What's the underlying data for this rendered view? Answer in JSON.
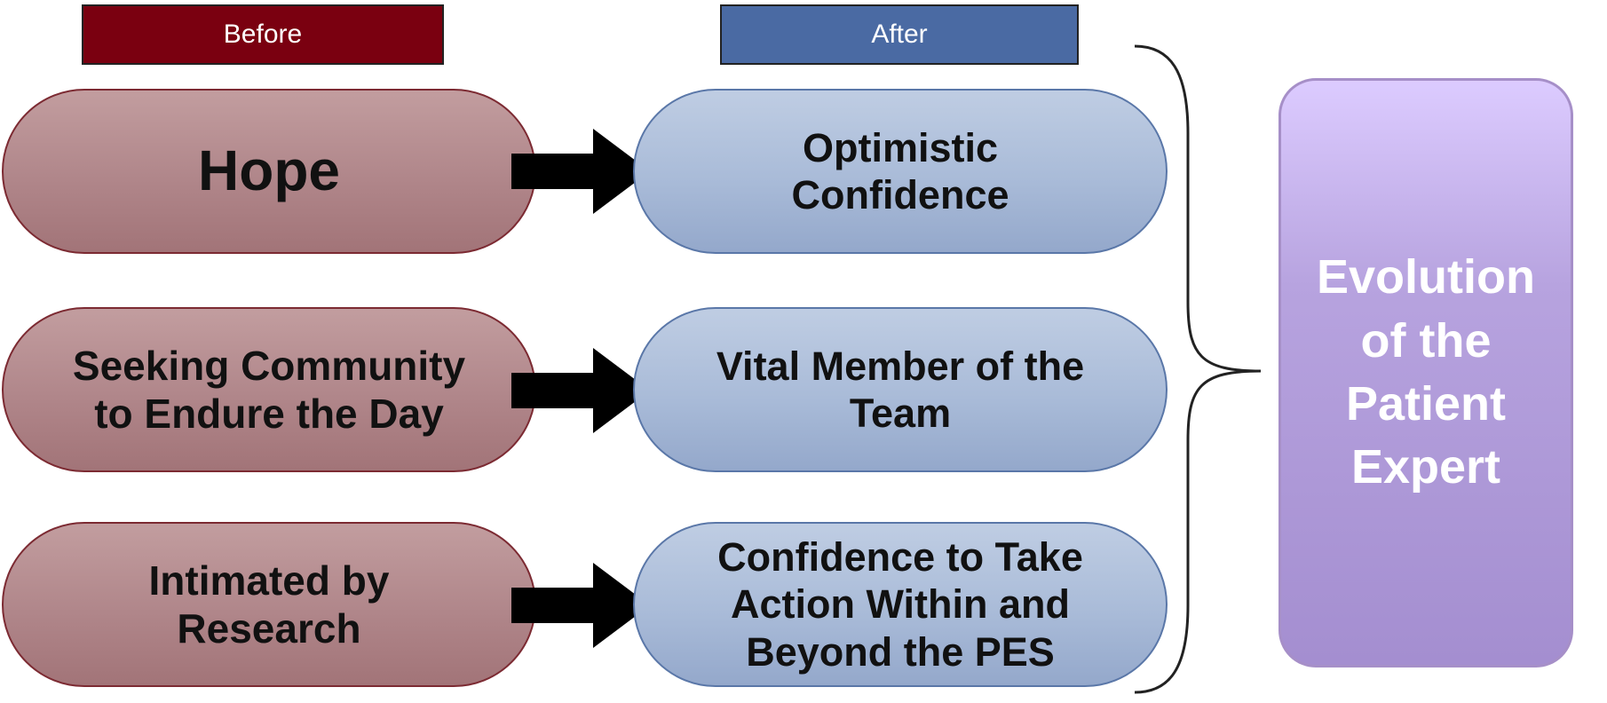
{
  "headers": {
    "before": "Before",
    "after": "After"
  },
  "rows": [
    {
      "before": "Hope",
      "after": "Optimistic\nConfidence"
    },
    {
      "before": "Seeking Community\nto Endure the Day",
      "after": "Vital Member of the\nTeam"
    },
    {
      "before": "Intimated by\nResearch",
      "after": "Confidence to Take\nAction Within and\nBeyond the PES"
    }
  ],
  "result": "Evolution\nof the\nPatient\nExpert",
  "colors": {
    "before_header": "#7a0010",
    "after_header": "#4a6aa3",
    "before_pill": "#b0868a",
    "after_pill": "#a9bbd8",
    "result_box": "#b7a3df",
    "arrow": "#000000"
  },
  "icons": {
    "arrow": "right-arrow-icon",
    "brace": "right-curly-brace-icon"
  }
}
